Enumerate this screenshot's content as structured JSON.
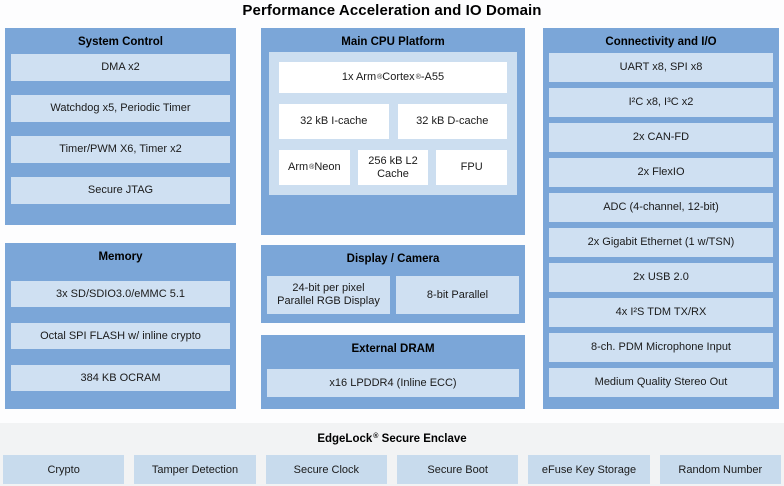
{
  "title": "Performance Acceleration and IO Domain",
  "colors": {
    "panel_blue": "#7ba6d8",
    "light_box_blue": "#cfe0f2",
    "cpu_inner_blue": "#ccdef0",
    "white_box": "#ffffff",
    "bottom_bar_gray": "#f2f3f4",
    "bottom_box_blue": "#c8dbed",
    "text": "#1a1a1a"
  },
  "panels": {
    "system_control": {
      "title": "System Control",
      "items": [
        "DMA x2",
        "Watchdog x5, Periodic Timer",
        "Timer/PWM X6, Timer x2",
        "Secure JTAG"
      ]
    },
    "memory": {
      "title": "Memory",
      "items": [
        "3x SD/SDIO3.0/eMMC 5.1",
        "Octal SPI FLASH w/ inline crypto",
        "384 KB OCRAM"
      ]
    },
    "cpu": {
      "title": "Main CPU Platform",
      "core": "1x Arm® Cortex®-A55",
      "row2": [
        "32 kB I-cache",
        "32 kB D-cache"
      ],
      "row3": [
        "Arm® Neon",
        "256 kB L2 Cache",
        "FPU"
      ]
    },
    "display_camera": {
      "title": "Display / Camera",
      "items": [
        "24-bit per pixel Parallel RGB Display",
        "8-bit Parallel"
      ]
    },
    "external_dram": {
      "title": "External DRAM",
      "items": [
        "x16 LPDDR4 (Inline ECC)"
      ]
    },
    "connectivity": {
      "title": "Connectivity and I/O",
      "items": [
        "UART x8, SPI x8",
        "I²C x8, I³C x2",
        "2x CAN-FD",
        "2x FlexIO",
        "ADC (4-channel, 12-bit)",
        "2x Gigabit Ethernet (1 w/TSN)",
        "2x USB 2.0",
        "4x I²S TDM TX/RX",
        "8-ch. PDM Microphone Input",
        "Medium Quality Stereo Out"
      ]
    }
  },
  "secure_enclave": {
    "title": "EdgeLock® Secure Enclave",
    "items": [
      "Crypto",
      "Tamper Detection",
      "Secure Clock",
      "Secure Boot",
      "eFuse Key Storage",
      "Random Number"
    ]
  }
}
